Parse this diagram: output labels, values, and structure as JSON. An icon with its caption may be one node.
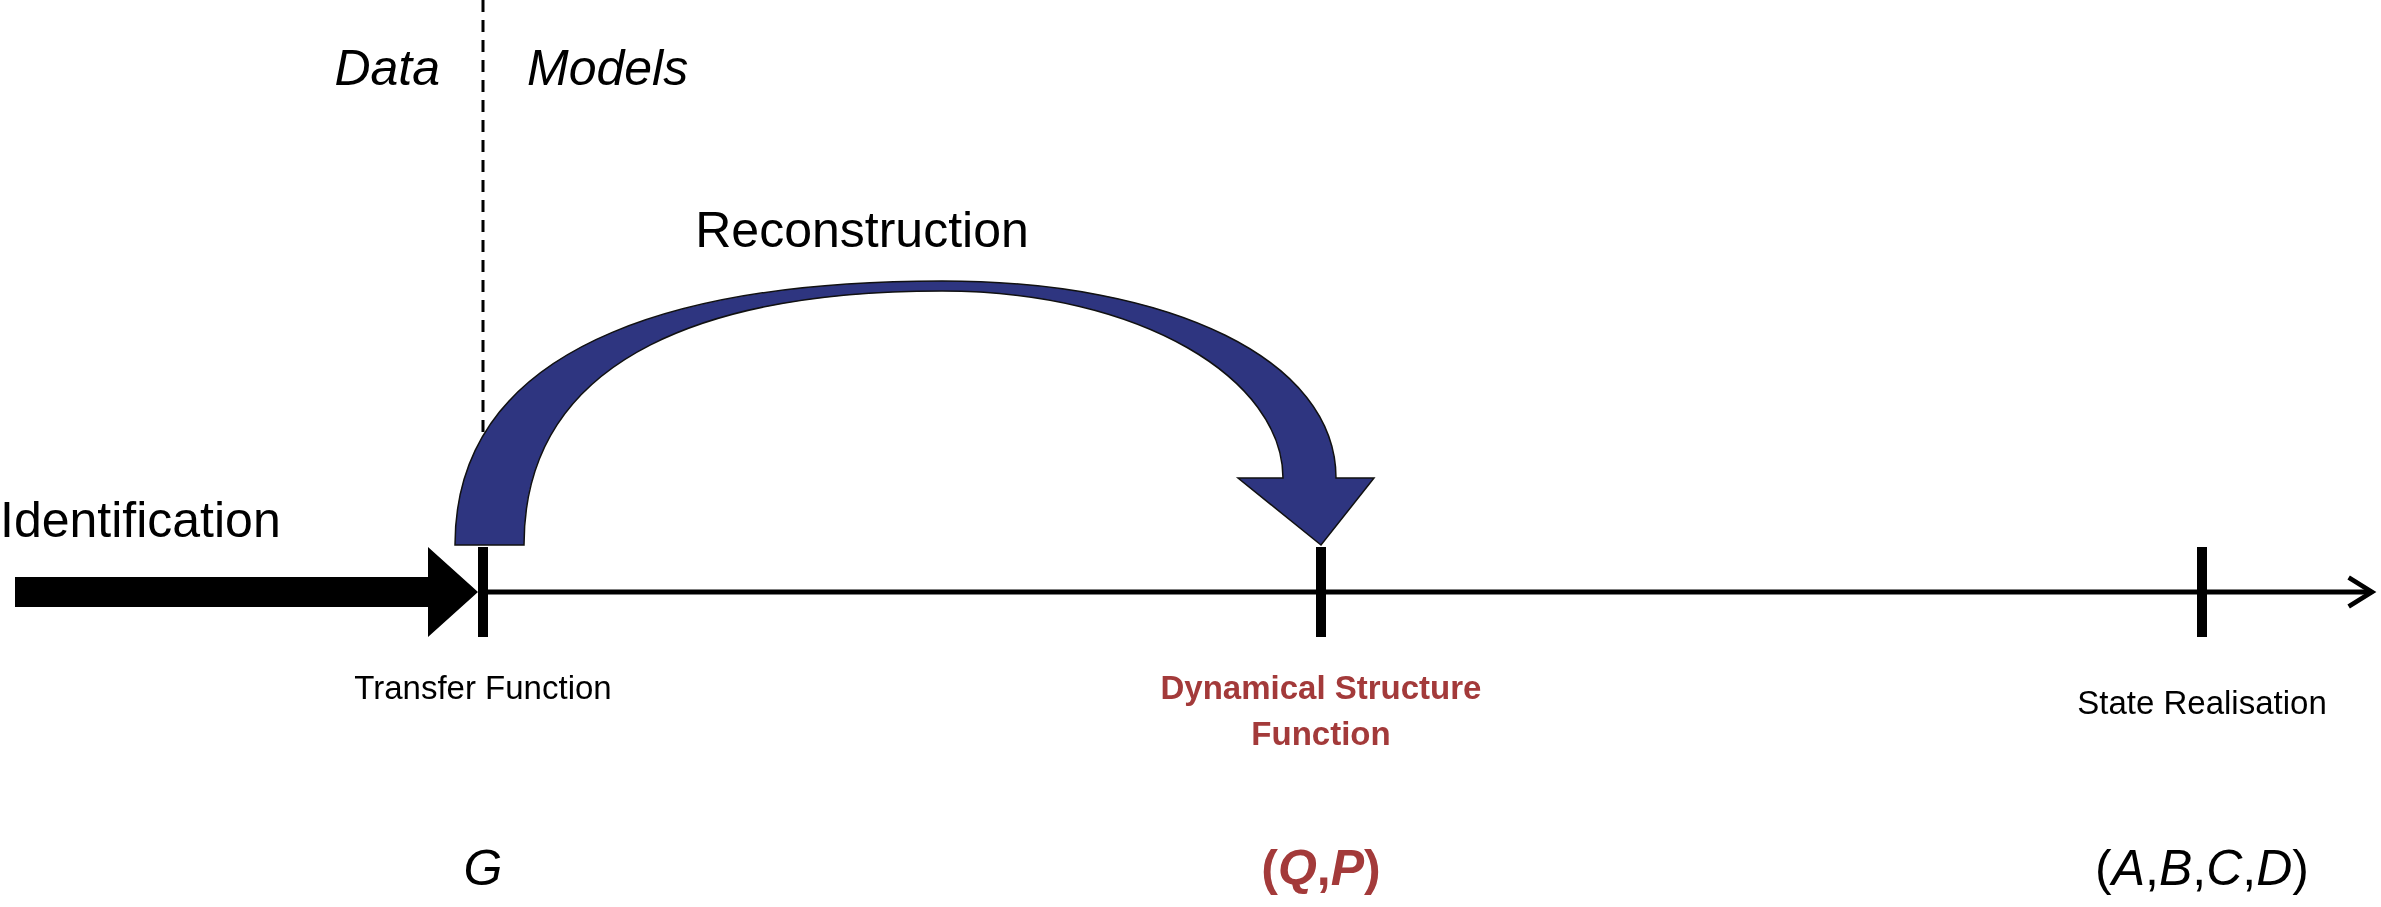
{
  "diagram": {
    "nodes": [
      {
        "text": [],
        "shape": "bar",
        "beside": [
          "Transfer Function",
          "G"
        ]
      },
      {
        "text": [],
        "shape": "bar",
        "beside": [
          "Dynamical Structure Function",
          "(*Q*,*P*)"
        ]
      },
      {
        "text": [],
        "shape": "bar",
        "beside": [
          "State Realisation",
          "(*A*,*B*,*C*,*D*)"
        ]
      }
    ],
    "edges": [
      {
        "from": null,
        "to": 0,
        "arrow": "to",
        "label": "Identification",
        "style": "thick"
      },
      {
        "from": 0,
        "to": 1,
        "arrow": "to",
        "label": "Reconstruction",
        "style": "thick",
        "color": "#2e3580"
      },
      {
        "from": 0,
        "to": 1,
        "arrow": "none"
      },
      {
        "from": 1,
        "to": 2,
        "arrow": "none"
      },
      {
        "from": 2,
        "to": null,
        "arrow": "to"
      }
    ],
    "labels": [
      "Data",
      "Models"
    ]
  }
}
